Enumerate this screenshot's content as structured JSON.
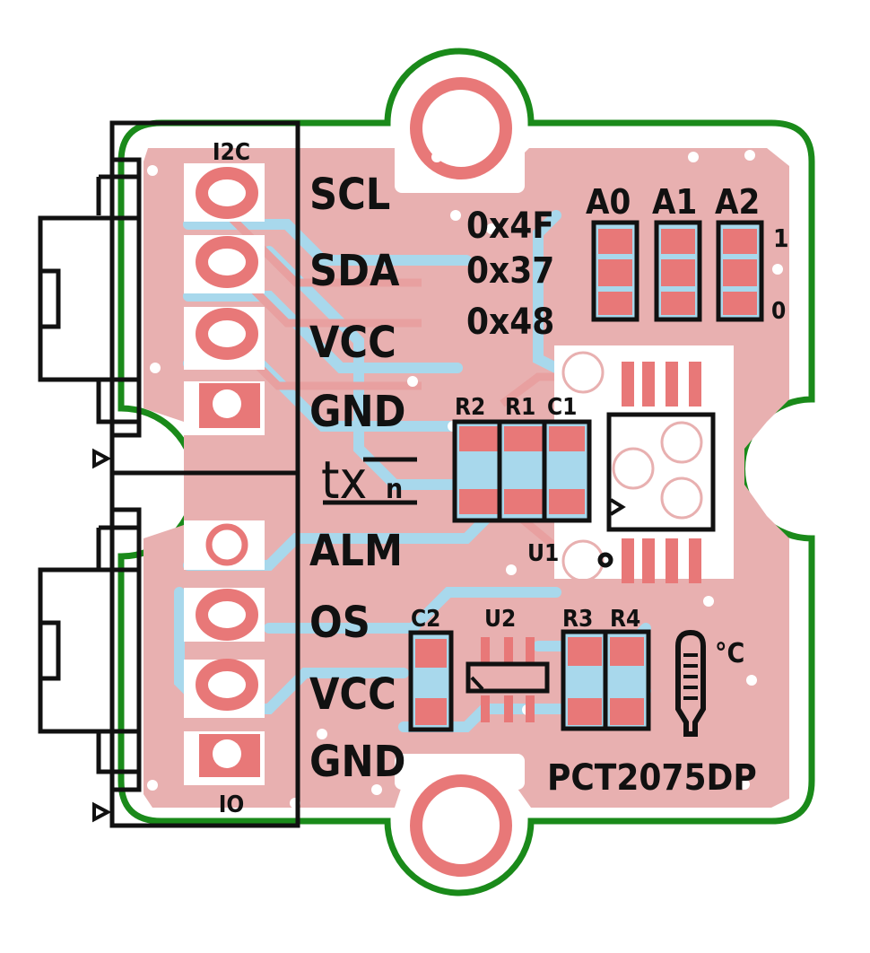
{
  "colors": {
    "outline": "#1a8a1a",
    "copper_top": "#e8b0b0",
    "pad": "#e87878",
    "trace_bottom": "#a8d8ec",
    "silk": "#111111",
    "background": "#ffffff"
  },
  "connectors": {
    "top": {
      "label": "I2C",
      "pins": [
        "SCL",
        "SDA",
        "VCC",
        "GND"
      ]
    },
    "bottom": {
      "label": "IO",
      "pins": [
        "ALM",
        "OS",
        "VCC",
        "GND"
      ]
    }
  },
  "logo": {
    "main": "tx",
    "sub": "n"
  },
  "addresses": [
    "0x4F",
    "0x37",
    "0x48"
  ],
  "address_jumpers": {
    "labels": [
      "A0",
      "A1",
      "A2"
    ],
    "high_label": "1",
    "low_label": "0"
  },
  "components": {
    "group1": [
      "R2",
      "R1",
      "C1"
    ],
    "ic1": "U1",
    "c2": "C2",
    "ic2": "U2",
    "group2": [
      "R3",
      "R4"
    ]
  },
  "temperature_unit": "°C",
  "part_number": "PCT2075DP",
  "icons": {
    "thermometer": "thermometer-icon",
    "pin1_marker": "triangle-marker-icon"
  }
}
